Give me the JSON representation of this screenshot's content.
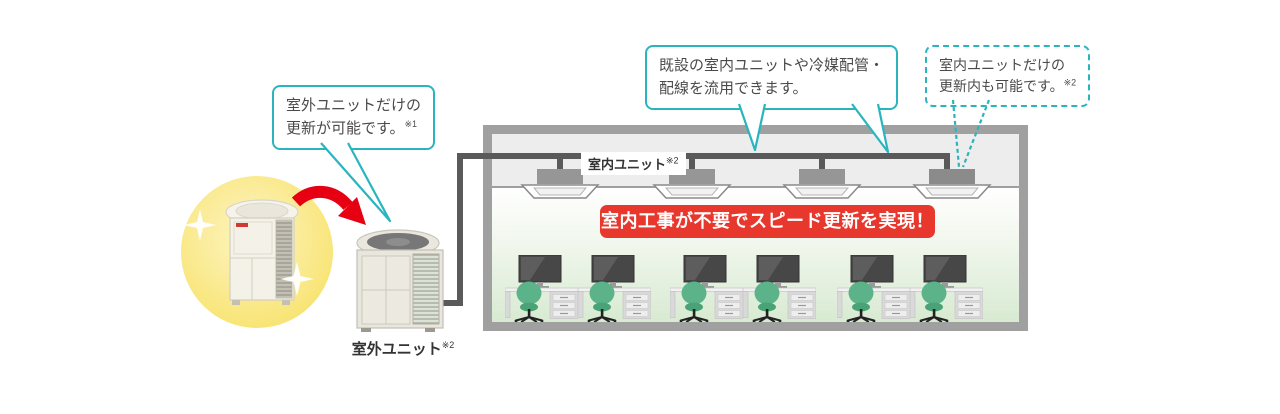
{
  "callouts": {
    "outdoor_update": {
      "line1": "室外ユニットだけの",
      "line2": "更新が可能です。",
      "sup": "※1"
    },
    "reuse_piping": {
      "line1": "既設の室内ユニットや冷媒配管・",
      "line2": "配線を流用できます。"
    },
    "indoor_update": {
      "line1": "室内ユニットだけの",
      "line2": "更新内も可能です。",
      "sup": "※2"
    }
  },
  "labels": {
    "indoor_unit": {
      "text": "室内ユニット",
      "sup": "※2"
    },
    "outdoor_unit": {
      "text": "室外ユニット",
      "sup": "※2"
    },
    "banner": "室内工事が不要でスピード更新を実現！"
  },
  "icons": {
    "red_arrow": "curved-replacement-arrow",
    "sparkle": "four-point-star",
    "indoor_unit": "ceiling-cassette",
    "outdoor_unit": "vrf-outdoor-unit"
  },
  "colors": {
    "accent_teal": "#2ab5be",
    "banner_red": "#e8382d",
    "arrow_red": "#e60012",
    "highlight_yellow": "#f8e36e",
    "pipe_gray": "#5a5a5a"
  }
}
